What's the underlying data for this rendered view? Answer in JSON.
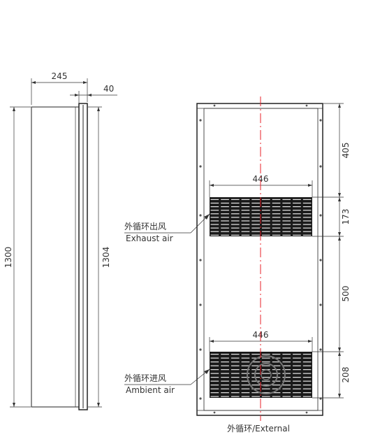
{
  "side_view": {
    "depth": "245",
    "flange": "40",
    "total_height": "1300",
    "body_height": "1304"
  },
  "front_view": {
    "top_gap": "405",
    "exhaust_grille_width": "446",
    "exhaust_grille_height": "173",
    "middle_gap": "500",
    "ambient_grille_width": "446",
    "ambient_grille_height": "208",
    "exhaust_label_cn": "外循环出风",
    "exhaust_label_en": "Exhaust air",
    "ambient_label_cn": "外循环进风",
    "ambient_label_en": "Ambient air",
    "bottom_caption": "外循环/External"
  },
  "colors": {
    "line": "#222222",
    "centerline": "#e8202a",
    "grille": "#1a1a1a"
  }
}
